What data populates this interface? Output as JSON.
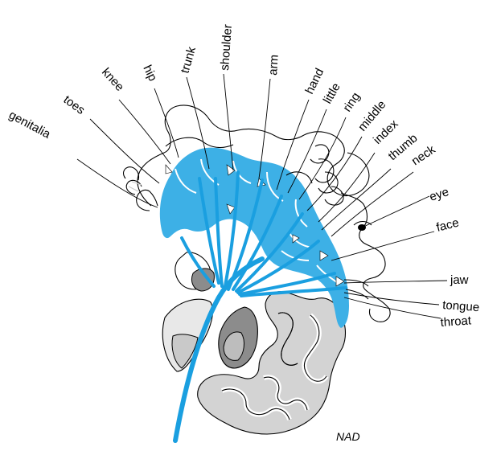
{
  "diagram": {
    "labels": {
      "genitalia": "genitalia",
      "toes": "toes",
      "knee": "knee",
      "hip": "hip",
      "trunk": "trunk",
      "shoulder": "shoulder",
      "arm": "arm",
      "hand": "hand",
      "little": "little",
      "ring": "ring",
      "middle": "middle",
      "index": "index",
      "thumb": "thumb",
      "neck": "neck",
      "eye": "eye",
      "face": "face",
      "jaw": "jaw",
      "tongue": "tongue",
      "throat": "throat"
    },
    "signature": "NAD"
  },
  "colors": {
    "cortex_blue": "#3db0e6",
    "tract_blue": "#1a9fe0",
    "grey_light": "#d3d3d3",
    "grey_mid": "#b5b5b5",
    "grey_dark": "#8c8c8c"
  }
}
